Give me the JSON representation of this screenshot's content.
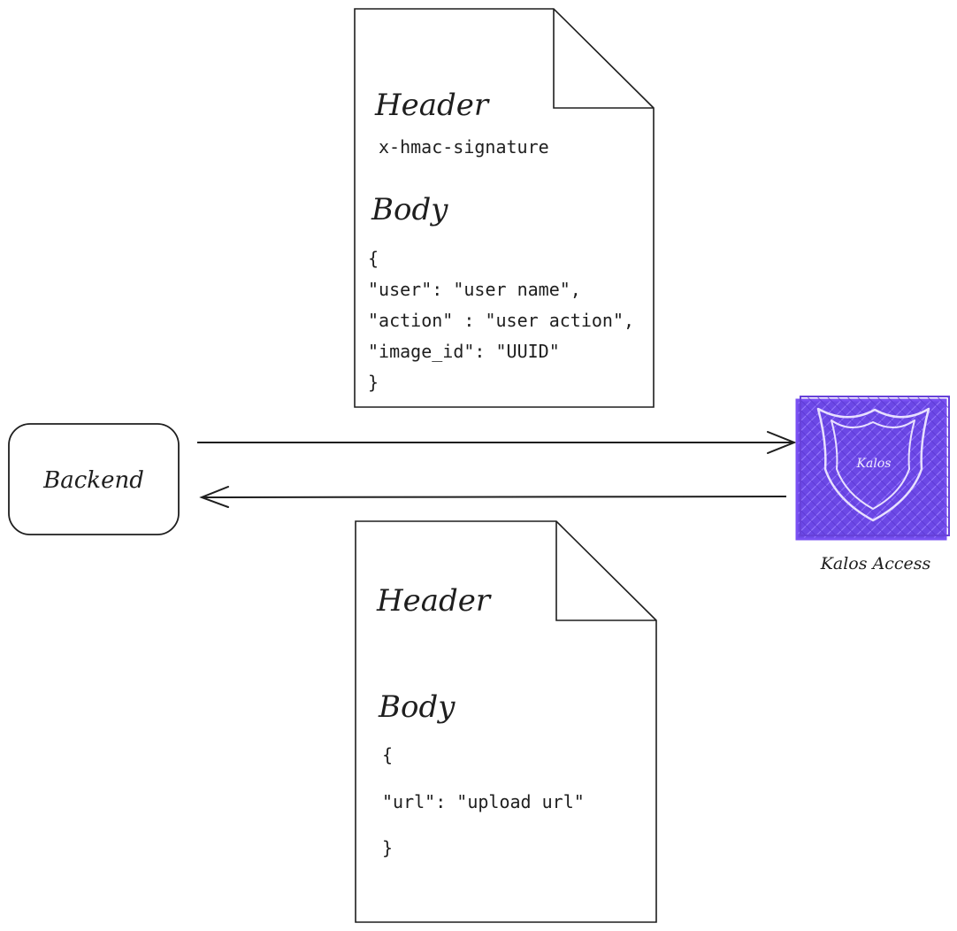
{
  "request_doc": {
    "header_title": "Header",
    "header_field": "x-hmac-signature",
    "body_title": "Body",
    "body_lines": [
      "{",
      "\"user\": \"user name\",",
      "\"action\" : \"user action\",",
      "\"image_id\": \"UUID\"",
      "}"
    ]
  },
  "response_doc": {
    "header_title": "Header",
    "body_title": "Body",
    "body_lines": [
      "{",
      "\"url\": \"upload url\"",
      "}"
    ]
  },
  "backend": {
    "label": "Backend"
  },
  "kalos": {
    "logo_text": "Kalos",
    "caption": "Kalos Access",
    "icon": "shield-icon",
    "color": "#6741d9",
    "fill_color": "#7950f2"
  },
  "colors": {
    "stroke": "#1e1e1e",
    "background": "#ffffff"
  }
}
